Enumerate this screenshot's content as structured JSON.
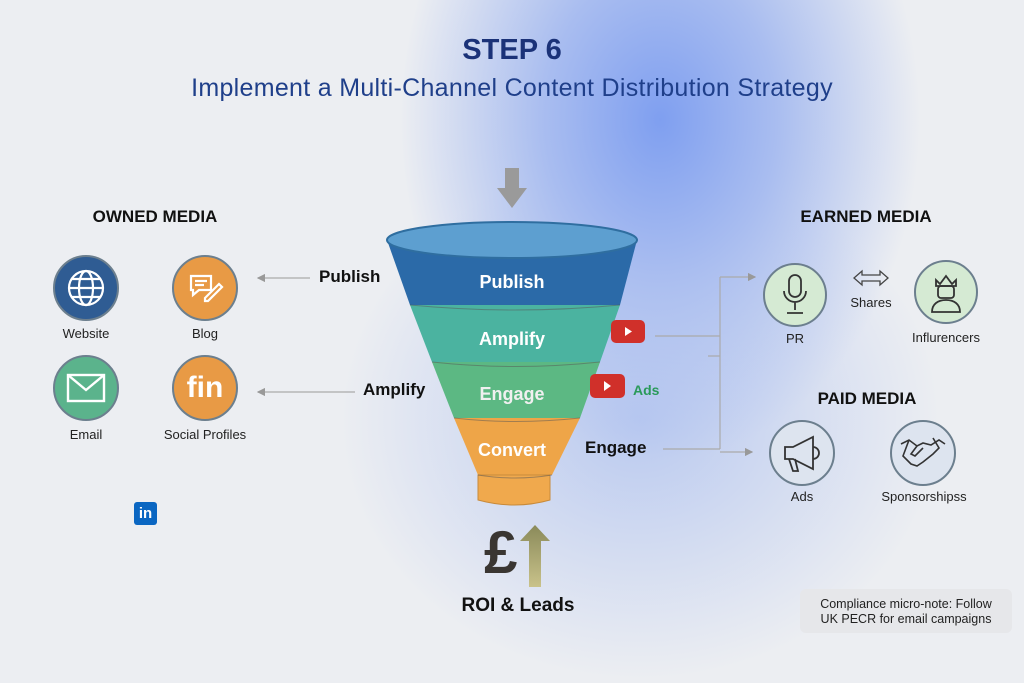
{
  "header": {
    "title": "STEP 6",
    "subtitle": "Implement a Multi-Channel Content Distribution Strategy"
  },
  "owned": {
    "heading": "OWNED MEDIA",
    "items": [
      {
        "label": "Website",
        "icon": "globe-icon"
      },
      {
        "label": "Blog",
        "icon": "blog-icon"
      },
      {
        "label": "Email",
        "icon": "envelope-icon"
      },
      {
        "label": "Social Profiles",
        "icon": "social-icon",
        "glyph": "fin"
      }
    ],
    "linkedin": "in"
  },
  "arrows_left": {
    "publish": "Publish",
    "amplify": "Amplify"
  },
  "funnel": {
    "stages": [
      "Publish",
      "Amplify",
      "Engage",
      "Convert"
    ],
    "colors": [
      "#2b6aa8",
      "#4bb3a0",
      "#5cb883",
      "#eea548"
    ]
  },
  "ads_badge": "Ads",
  "engage_label": "Engage",
  "roi": {
    "symbol": "£",
    "label": "ROI & Leads"
  },
  "earned": {
    "heading": "EARNED MEDIA",
    "items": [
      {
        "label": "PR"
      },
      {
        "label": "Influrencers"
      }
    ],
    "shares": "Shares"
  },
  "paid": {
    "heading": "PAID MEDIA",
    "items": [
      {
        "label": "Ads"
      },
      {
        "label": "Sponsorshipss"
      }
    ]
  },
  "note": {
    "line1": "Compliance micro-note: Follow",
    "line2": "UK PECR for email campaigns"
  }
}
